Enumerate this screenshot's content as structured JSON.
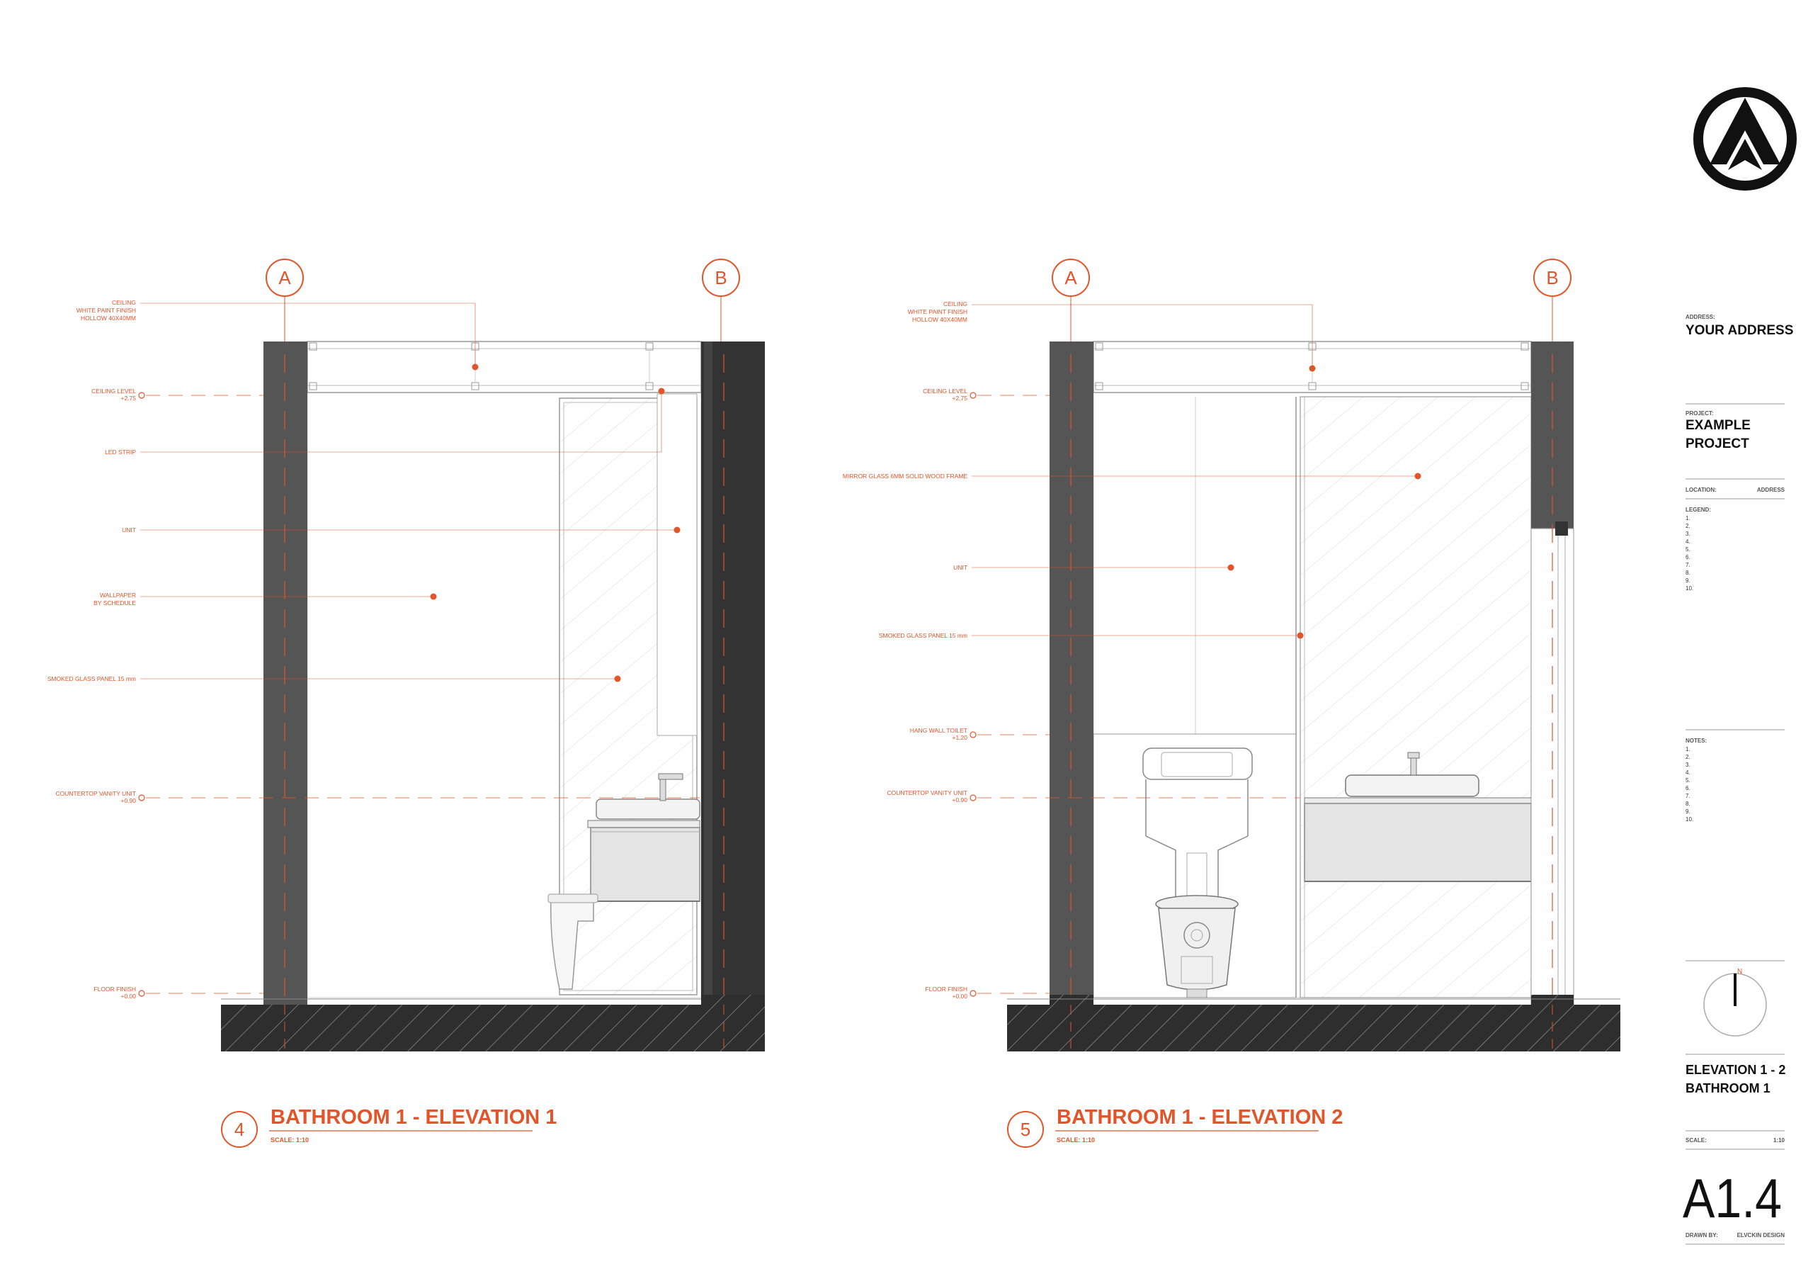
{
  "elevation1": {
    "number": "4",
    "title": "BATHROOM 1 - ELEVATION 1",
    "scale": "SCALE: 1:10",
    "grid_left": "A",
    "grid_right": "B",
    "labels": {
      "ceiling_1": "CEILING",
      "ceiling_2": "WHITE PAINT FINISH",
      "ceiling_3": "HOLLOW 40X40MM",
      "ceiling_level_1": "CEILING LEVEL",
      "ceiling_level_2": "+2.75",
      "led_strip": "LED STRIP",
      "unit": "UNIT",
      "wallpaper_1": "WALLPAPER",
      "wallpaper_2": "BY SCHEDULE",
      "smoked_glass": "SMOKED GLASS PANEL 15 mm",
      "countertop_1": "COUNTERTOP VANITY UNIT",
      "countertop_2": "+0.90",
      "floor_1": "FLOOR FINISH",
      "floor_2": "+0.00"
    }
  },
  "elevation2": {
    "number": "5",
    "title": "BATHROOM 1 - ELEVATION 2",
    "scale": "SCALE: 1:10",
    "grid_left": "A",
    "grid_right": "B",
    "labels": {
      "ceiling_1": "CEILING",
      "ceiling_2": "WHITE PAINT FINISH",
      "ceiling_3": "HOLLOW 40X40MM",
      "ceiling_level_1": "CEILING LEVEL",
      "ceiling_level_2": "+2.75",
      "mirror": "MIRROR GLASS 6MM SOLID WOOD FRAME",
      "unit": "UNIT",
      "smoked_glass": "SMOKED GLASS PANEL 15 mm",
      "toilet_1": "HANG WALL TOILET",
      "toilet_2": "+1.20",
      "countertop_1": "COUNTERTOP VANITY UNIT",
      "countertop_2": "+0.90",
      "floor_1": "FLOOR FINISH",
      "floor_2": "+0.00"
    }
  },
  "title_block": {
    "address_label": "ADDRESS:",
    "address_value": "YOUR ADDRESS",
    "project_label": "PROJECT:",
    "project_line1": "EXAMPLE",
    "project_line2": "PROJECT",
    "location_label": "LOCATION:",
    "location_value": "ADDRESS",
    "legend_label": "LEGEND:",
    "legend_items": [
      "1.",
      "2.",
      "3.",
      "4.",
      "5.",
      "6.",
      "7.",
      "8.",
      "9.",
      "10."
    ],
    "notes_label": "NOTES:",
    "notes_items": [
      "1.",
      "2.",
      "3.",
      "4.",
      "5.",
      "6.",
      "7.",
      "8.",
      "9.",
      "10."
    ],
    "north": "N",
    "drawing_title_1": "ELEVATION 1 - 2",
    "drawing_title_2": "BATHROOM 1",
    "scale_label": "SCALE:",
    "scale_value": "1:10",
    "sheet_number": "A1.4",
    "drawn_by_label": "DRAWN BY:",
    "drawn_by_value": "ELVCKIN DESIGN"
  },
  "colors": {
    "accent": "#e0552a",
    "wall": "#555555",
    "wall_dark": "#333333"
  }
}
